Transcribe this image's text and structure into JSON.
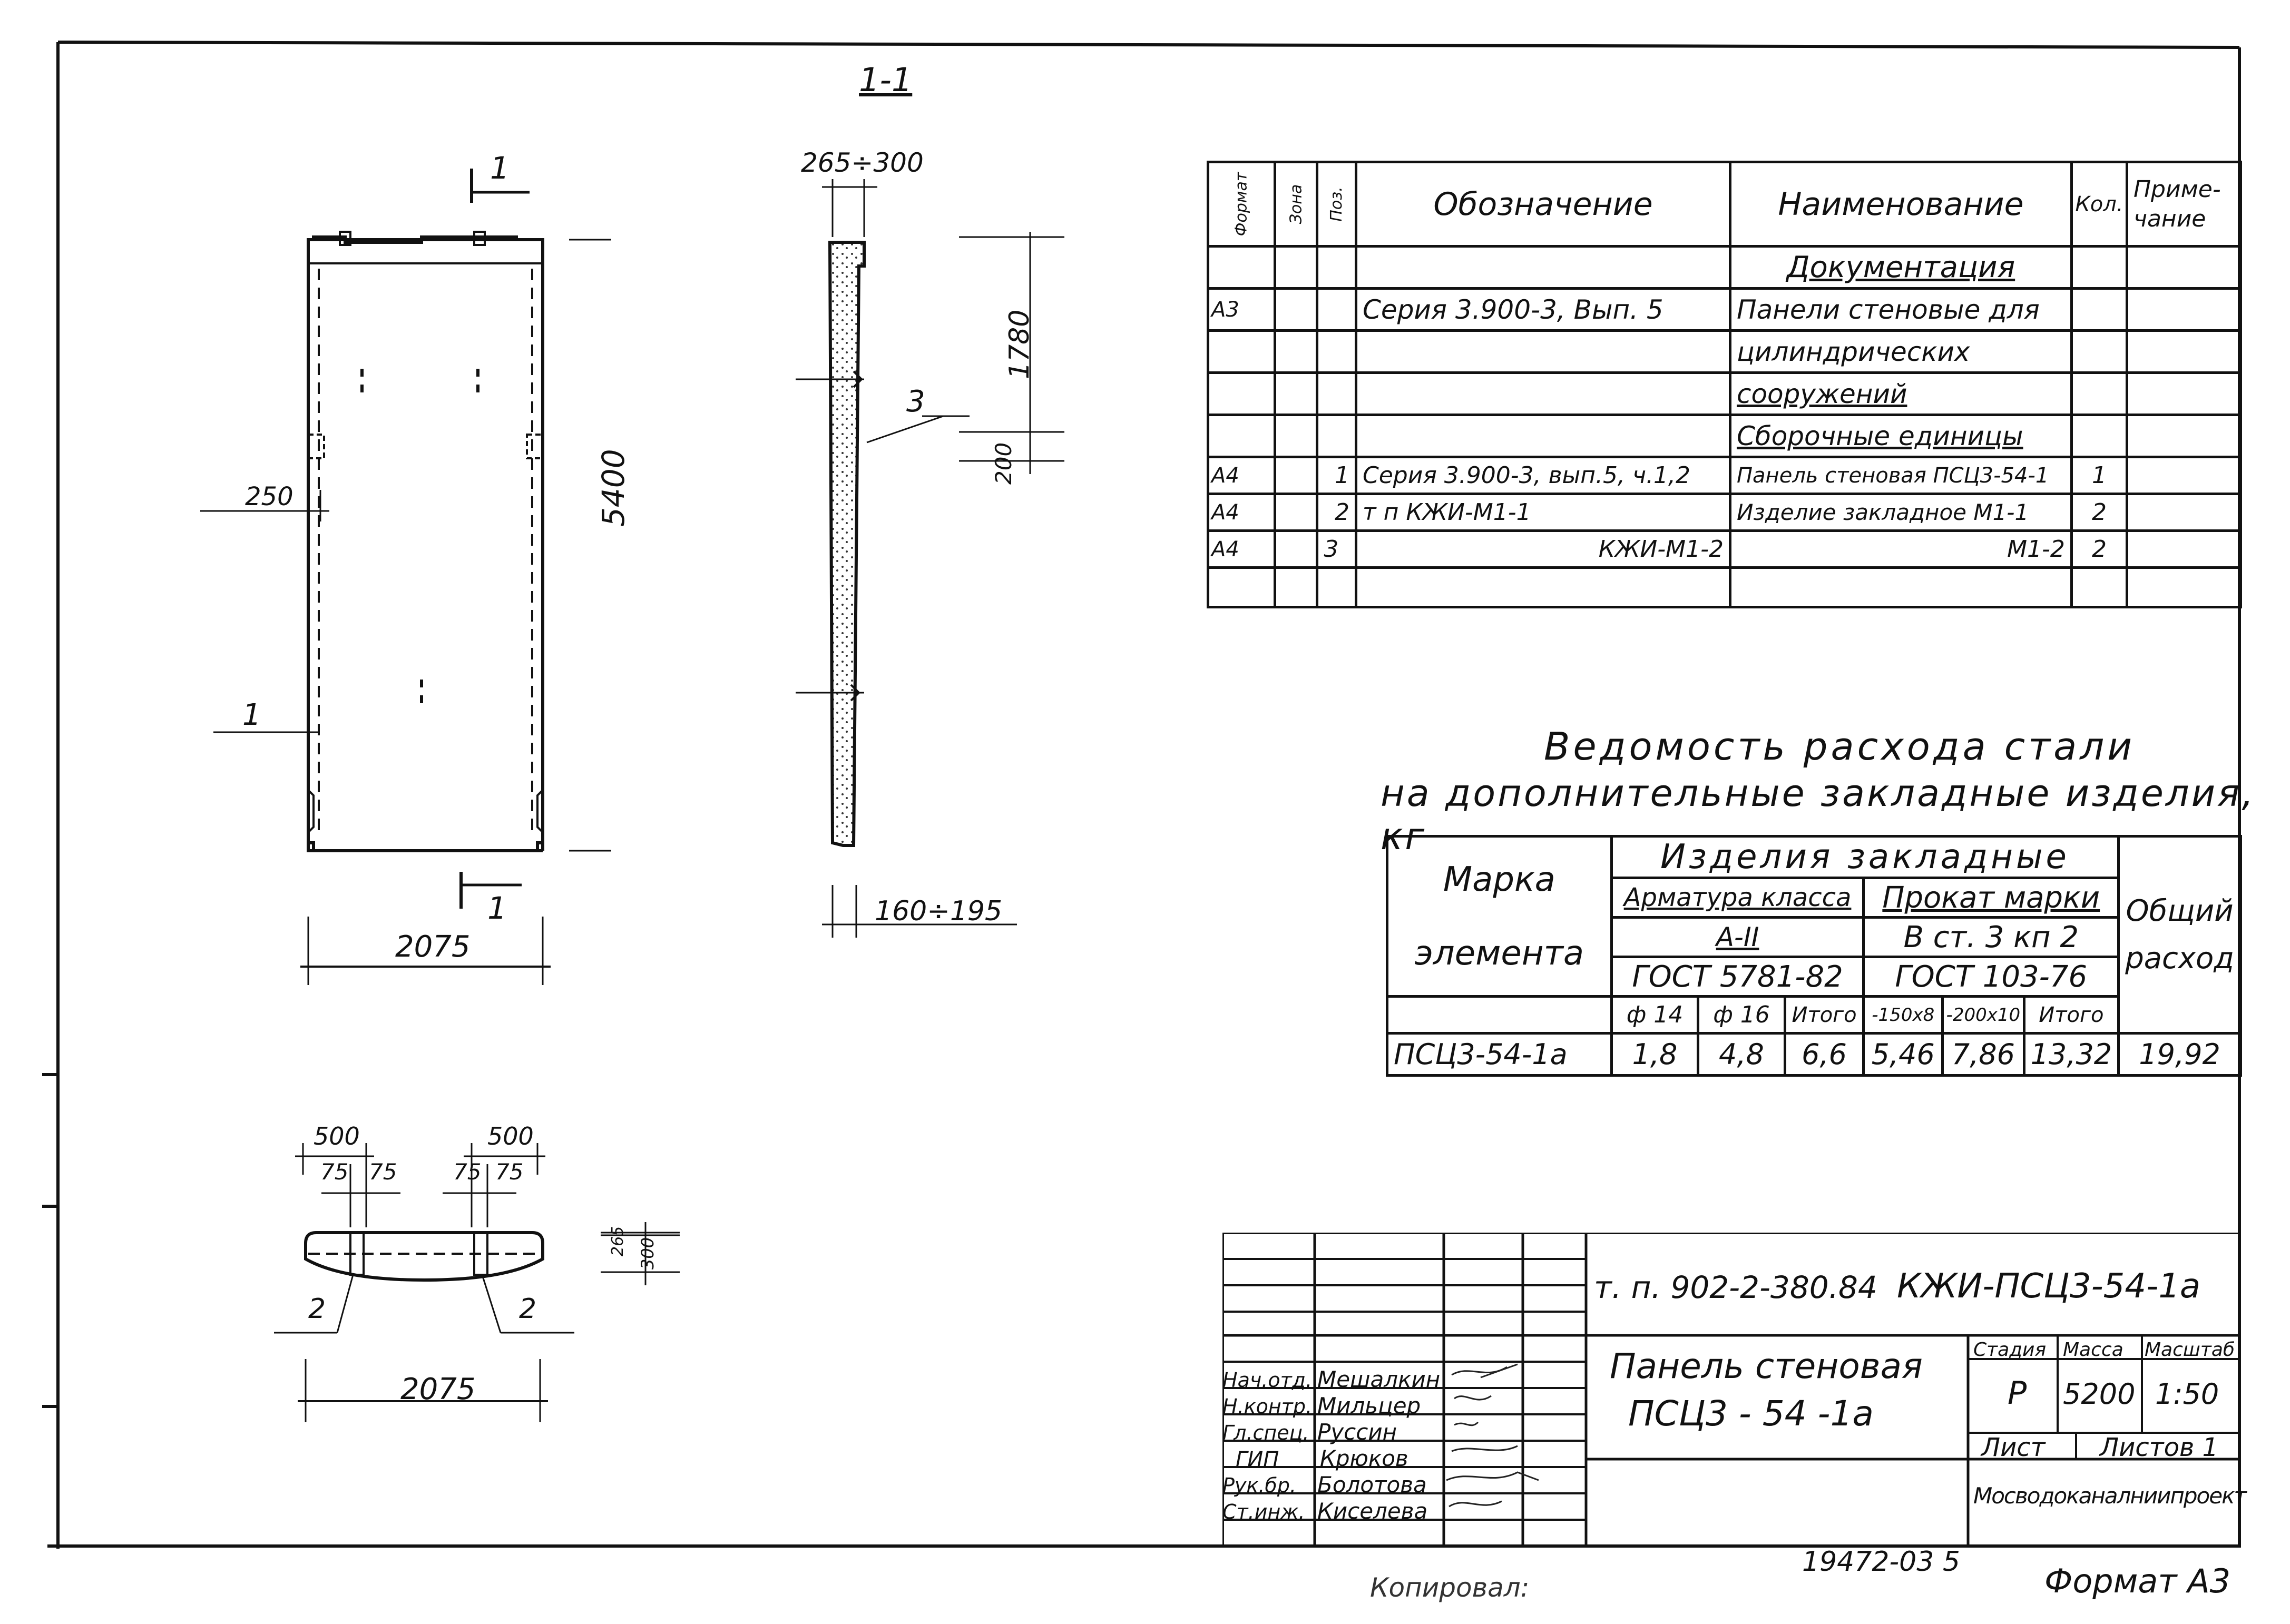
{
  "drawing": {
    "section_title": "1-1",
    "cut_mark_top": "1",
    "cut_mark_bottom": "1",
    "dim_total_height": "5400",
    "dim_width_front": "2075",
    "dim_side_offset": "250",
    "leader_pos1": "1",
    "leader_pos3": "3",
    "dim_top_thickness": "265÷300",
    "dim_bottom_thickness": "160÷195",
    "dim_1780": "1780",
    "dim_200": "200",
    "dim_500_left": "500",
    "dim_500_right": "500",
    "dim_75_a": "75",
    "dim_75_b": "75",
    "dim_75_c": "75",
    "dim_75_d": "75",
    "dim_265": "265",
    "dim_300": "300",
    "leader_pos2_left": "2",
    "leader_pos2_right": "2",
    "dim_width_plan": "2075"
  },
  "spec_table": {
    "headers": {
      "format": "Формат",
      "zone": "Зона",
      "pos": "Поз.",
      "designation": "Обозначение",
      "name": "Наименование",
      "qty": "Кол.",
      "note": "Приме-чание"
    },
    "section_docs": "Документация",
    "section_units": "Сборочные единицы",
    "rows": [
      {
        "format": "А3",
        "pos": "",
        "designation": "Серия 3.900-3, Вып. 5",
        "name": "Панели стеновые для",
        "qty": ""
      },
      {
        "format": "",
        "pos": "",
        "designation": "",
        "name": "цилиндрических",
        "qty": ""
      },
      {
        "format": "",
        "pos": "",
        "designation": "",
        "name": "сооружений",
        "qty": ""
      },
      {
        "format": "А4",
        "pos": "1",
        "designation": "Серия 3.900-3, вып.5, ч.1,2",
        "name": "Панель стеновая ПСЦ3-54-1",
        "qty": "1"
      },
      {
        "format": "А4",
        "pos": "2",
        "designation": "т п   КЖИ-М1-1",
        "name": "Изделие закладное М1-1",
        "qty": "2"
      },
      {
        "format": "А4",
        "pos": "3",
        "designation": "КЖИ-М1-2",
        "name": "М1-2",
        "qty": "2"
      }
    ]
  },
  "steel_table": {
    "title_line1": "Ведомость расхода стали",
    "title_line2": "на дополнительные закладные изделия, кг",
    "col_mark": "Марка элемента",
    "group": "Изделия закладные",
    "sub1": "Арматура класса",
    "sub1_class": "А-II",
    "sub1_gost": "ГОСТ 5781-82",
    "sub2": "Прокат марки",
    "sub2_class": "В ст. 3 кп 2",
    "sub2_gost": "ГОСТ 103-76",
    "total": "Общий расход",
    "cols": [
      "ф 14",
      "ф 16",
      "Итого",
      "-150х8",
      "-200х10",
      "Итого"
    ],
    "row": {
      "mark": "ПСЦ3-54-1а",
      "values": [
        "1,8",
        "4,8",
        "6,6",
        "5,46",
        "7,86",
        "13,32",
        "19,92"
      ]
    }
  },
  "title_block": {
    "project": "т. п. 902-2-380.84",
    "code": "КЖИ-ПСЦ3-54-1а",
    "name_line1": "Панель стеновая",
    "name_line2": "ПСЦ3 - 54 -1а",
    "stage_label": "Стадия",
    "mass_label": "Масса",
    "scale_label": "Масштаб",
    "stage": "Р",
    "mass": "5200",
    "scale": "1:50",
    "sheet_label": "Лист",
    "sheets_label": "Листов 1",
    "org": "Мосводоканалниипроект",
    "people": [
      {
        "role": "Нач.отд.",
        "name": "Мешалкин"
      },
      {
        "role": "Н.контр.",
        "name": "Мильцер"
      },
      {
        "role": "Гл.спец.",
        "name": "Руссин"
      },
      {
        "role": "ГИП",
        "name": "Крюков"
      },
      {
        "role": "Рук.бр.",
        "name": "Болотова"
      },
      {
        "role": "Ст.инж.",
        "name": "Киселева"
      }
    ]
  },
  "footer": {
    "inventory": "19472-03 5",
    "format": "Формат А3",
    "copied": "Копировал:"
  }
}
